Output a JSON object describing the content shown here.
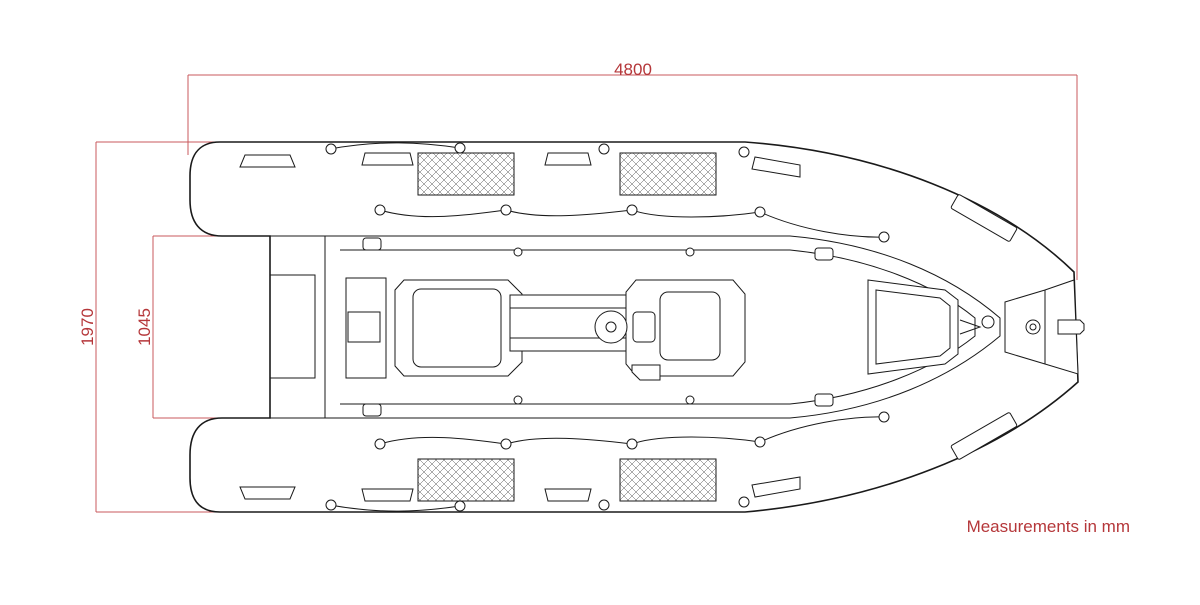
{
  "dimensions": {
    "overall_length": "4800",
    "overall_width": "1970",
    "inner_width": "1045"
  },
  "note": "Measurements in mm",
  "colors": {
    "dimension": "#b5373a",
    "outline": "#1a1a1a",
    "background": "#ffffff"
  }
}
